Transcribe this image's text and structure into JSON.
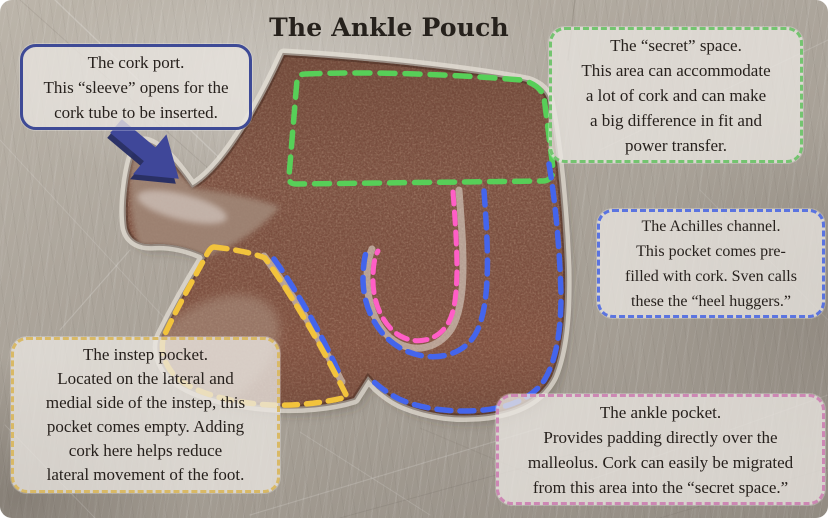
{
  "title": "The Ankle Pouch",
  "callouts": {
    "cork_port": {
      "lines": [
        "The cork port.",
        "This “sleeve” opens for the",
        "cork tube to be inserted."
      ],
      "border_color": "#3e4a96"
    },
    "secret_space": {
      "lines": [
        "The “secret” space.",
        "This area can accommodate",
        "a lot of cork and can make",
        "a big difference in fit and",
        "power transfer."
      ],
      "border_color": "#74c470"
    },
    "achilles_channel": {
      "lines": [
        "The Achilles channel.",
        "This pocket comes pre-",
        "filled with cork. Sven calls",
        "these the “heel huggers.”"
      ],
      "border_color": "#5b74e0"
    },
    "instep_pocket": {
      "lines": [
        "The instep pocket.",
        "Located on the lateral and",
        "medial side of the instep, this",
        "pocket comes empty. Adding",
        "cork here helps reduce",
        "lateral movement of the foot."
      ],
      "border_color": "#d9b966"
    },
    "ankle_pocket": {
      "lines": [
        "The ankle pocket.",
        "Provides padding directly over the",
        "malleolus. Cork can easily be migrated",
        "from this area into the “secret space.”"
      ],
      "border_color": "#cd87b4"
    }
  },
  "overlays": {
    "secret_space_outline": {
      "color": "#57cf58"
    },
    "achilles_channel_outline": {
      "color": "#4465ec"
    },
    "ankle_pocket_outline": {
      "color": "#ff5ec6"
    },
    "instep_pocket_outline": {
      "color": "#f2c33c"
    },
    "cork_port_arrow": {
      "color": "#3f4799"
    }
  },
  "colors": {
    "cork": "#7a4e3f",
    "metal_surface": "#a9a298",
    "callout_background": "rgba(233,230,224,0.78)"
  }
}
